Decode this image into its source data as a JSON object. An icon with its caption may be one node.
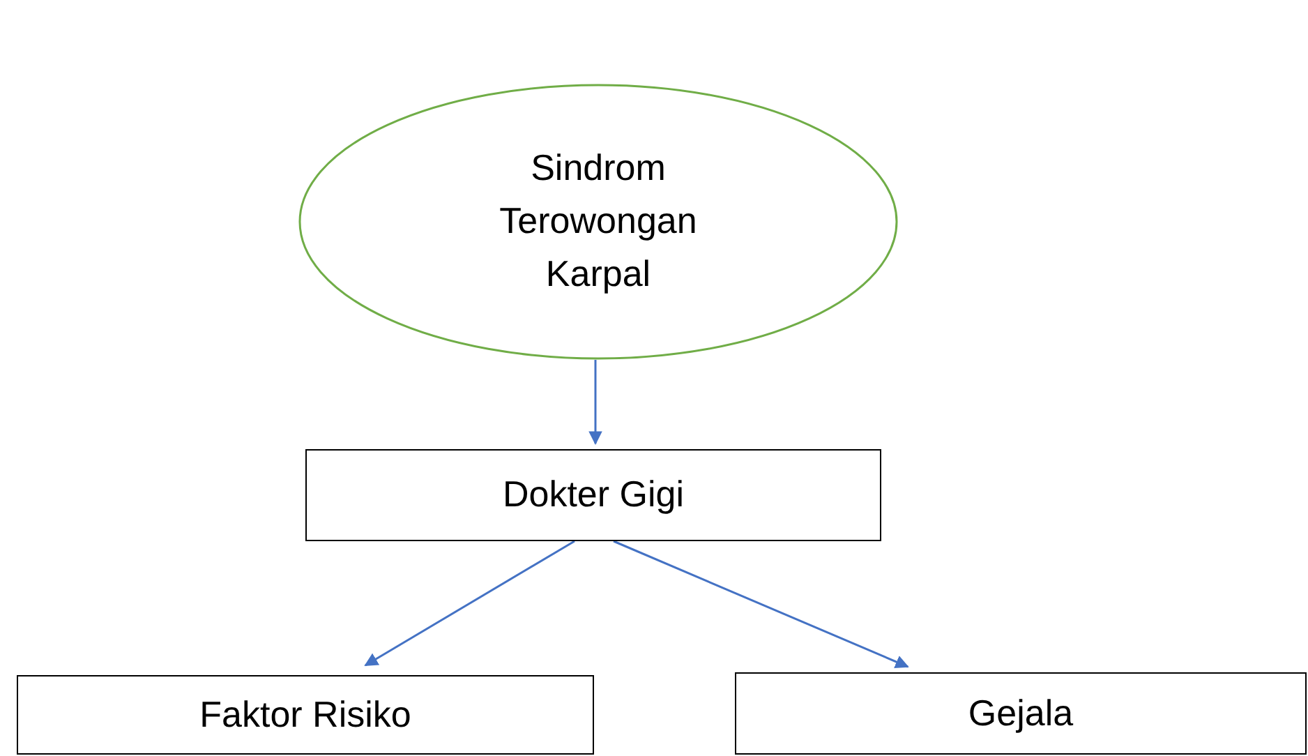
{
  "diagram": {
    "nodes": [
      {
        "text": [
          "Sindrom Terowongan Karpal"
        ]
      },
      {
        "text": [
          "Dokter Gigi"
        ]
      },
      {
        "text": [
          "Faktor Risiko"
        ]
      },
      {
        "text": [
          "Gejala"
        ]
      }
    ],
    "edges": [
      {
        "from": 0,
        "to": 1,
        "arrow": "to"
      },
      {
        "from": 1,
        "to": 2,
        "arrow": "to"
      },
      {
        "from": 1,
        "to": 3,
        "arrow": "to"
      }
    ]
  }
}
